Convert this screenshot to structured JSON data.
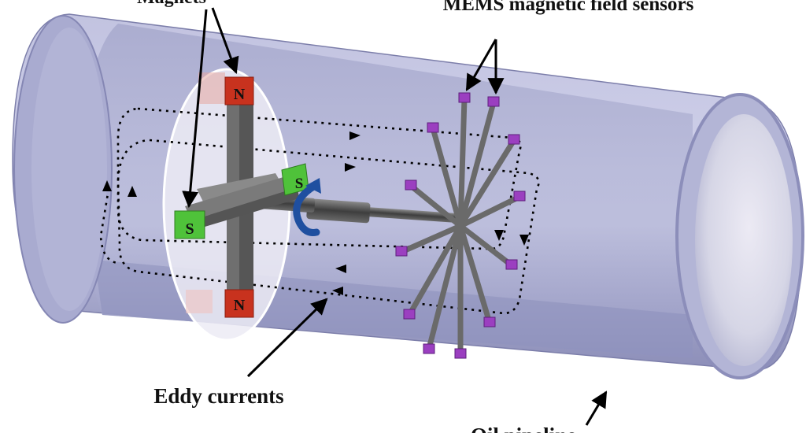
{
  "labels": {
    "magnets": "Magnets",
    "sensors": "MEMS magnetic field sensors",
    "eddy": "Eddy currents",
    "pipeline": "Oil pipeline"
  },
  "poles": {
    "top": "N",
    "bottom": "N",
    "left": "S",
    "right": "S"
  },
  "colors": {
    "pipe": "#b4b6d6",
    "pipe_dark": "#8e90ba",
    "north_pole": "#c8321e",
    "south_pole": "#4fc23a",
    "sensor_tip": "#9b3fc0",
    "rotation_arrow": "#1f4fa0",
    "rod": "#5a5a5a"
  },
  "icons": {
    "rotation": "curved-rotation-arrow-icon"
  }
}
